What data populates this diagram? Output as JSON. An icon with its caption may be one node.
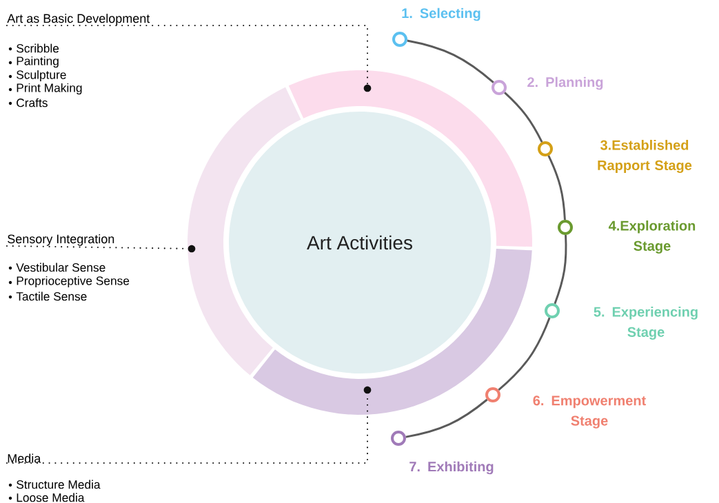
{
  "diagram": {
    "nodes": [
      {
        "text": [
          "Art as Basic Development",
          "Scribble",
          "Painting",
          "Sculpture",
          "Print Making",
          "Crafts"
        ]
      },
      {
        "text": [
          "Sensory Integration",
          "Vestibular Sense",
          "Proprioceptive Sense",
          "Tactile Sense"
        ]
      },
      {
        "text": [
          "Media",
          "Structure Media",
          "Loose Media"
        ]
      },
      {
        "text": [],
        "shape": "band"
      },
      {
        "text": [],
        "shape": "band"
      },
      {
        "text": [],
        "shape": "band"
      },
      {
        "text": [
          "Art Activities"
        ]
      },
      {
        "text": [
          "1. Selecting"
        ]
      },
      {
        "text": [
          "2. Planning"
        ]
      },
      {
        "text": [
          "3.Established Rapport Stage"
        ]
      },
      {
        "text": [
          "4.Exploration Stage"
        ]
      },
      {
        "text": [
          "5. Experiencing Stage"
        ]
      },
      {
        "text": [
          "6. Empowerment Stage"
        ]
      },
      {
        "text": [
          "7. Exhibiting"
        ]
      }
    ],
    "edges": [
      {
        "from": 0,
        "to": 3,
        "arrow": "none",
        "style": "dashed",
        "color": "#111111"
      },
      {
        "from": 1,
        "to": 4,
        "arrow": "none",
        "style": "dashed",
        "color": "#111111"
      },
      {
        "from": 2,
        "to": 5,
        "arrow": "none",
        "style": "dashed",
        "color": "#111111"
      },
      {
        "from": 7,
        "to": 8,
        "arrow": "none"
      },
      {
        "from": 8,
        "to": 9,
        "arrow": "none"
      },
      {
        "from": 9,
        "to": 10,
        "arrow": "none"
      },
      {
        "from": 10,
        "to": 11,
        "arrow": "none"
      },
      {
        "from": 11,
        "to": 12,
        "arrow": "none"
      },
      {
        "from": 12,
        "to": 13,
        "arrow": "none"
      }
    ]
  }
}
